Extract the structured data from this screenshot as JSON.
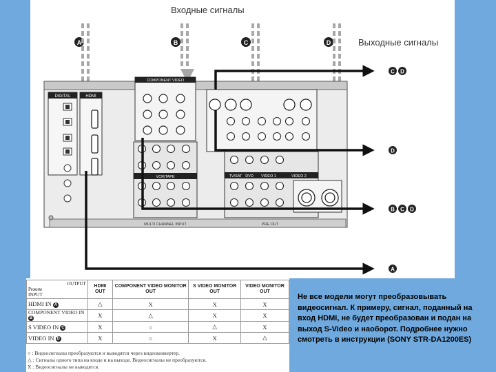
{
  "diagram": {
    "input_title": "Входные сигналы",
    "output_title": "Выходные сигналы",
    "input_markers": [
      "A",
      "B",
      "C",
      "D"
    ],
    "outputs": [
      {
        "markers": [
          "C",
          "D"
        ]
      },
      {
        "markers": [
          "D"
        ]
      },
      {
        "markers": [
          "B",
          "C",
          "D"
        ]
      },
      {
        "markers": [
          "A"
        ]
      }
    ],
    "panel_labels": {
      "digital": "DIGITAL",
      "hdmi": "HDMI",
      "component_video": "COMPONENT VIDEO",
      "dvd": "DVD",
      "video1": "VIDEO 1",
      "video2": "VIDEO 2",
      "vcr": "VCR/TAPE",
      "multi_channel": "MULTI CHANNEL INPUT",
      "pre_out": "PRE OUT",
      "tv": "TV/SAT"
    },
    "colors": {
      "panel": "#ededed",
      "panel_dark": "#b9b9b9",
      "line": "#111111",
      "dashed": "#a7a7a7",
      "background": "#6fa9de"
    }
  },
  "table": {
    "corner_out": "OUTPUT",
    "corner_mode": "Режим",
    "corner_in": "INPUT",
    "columns": [
      "HDMI OUT",
      "COMPONENT VIDEO MONITOR OUT",
      "S VIDEO MONITOR OUT",
      "VIDEO MONITOR OUT"
    ],
    "rows": [
      {
        "label": "HDMI IN",
        "marker": "A",
        "cells": [
          "△",
          "X",
          "X",
          "X"
        ]
      },
      {
        "label": "COMPONENT VIDEO IN",
        "marker": "B",
        "cells": [
          "X",
          "△",
          "X",
          "X"
        ]
      },
      {
        "label": "S VIDEO IN",
        "marker": "C",
        "cells": [
          "X",
          "○",
          "△",
          "X"
        ]
      },
      {
        "label": "VIDEO IN",
        "marker": "D",
        "cells": [
          "X",
          "○",
          "X",
          "△"
        ]
      }
    ],
    "legend": [
      "○ : Видеосигналы преобразуются и выводятся через видеоконвертер.",
      "△ : Сигналы одного типа на входе и на выходе. Видеосигналы не преобразуются.",
      "X : Видеосигналы не выводятся."
    ]
  },
  "note": "Не все модели могут преобразовывать видеосигнал. К примеру, сигнал, поданный на вход HDMI, не будет преобразован и подан на выход S-Video и наоборот. Подробнее нужно смотреть в инструкции (SONY STR-DA1200ES)"
}
